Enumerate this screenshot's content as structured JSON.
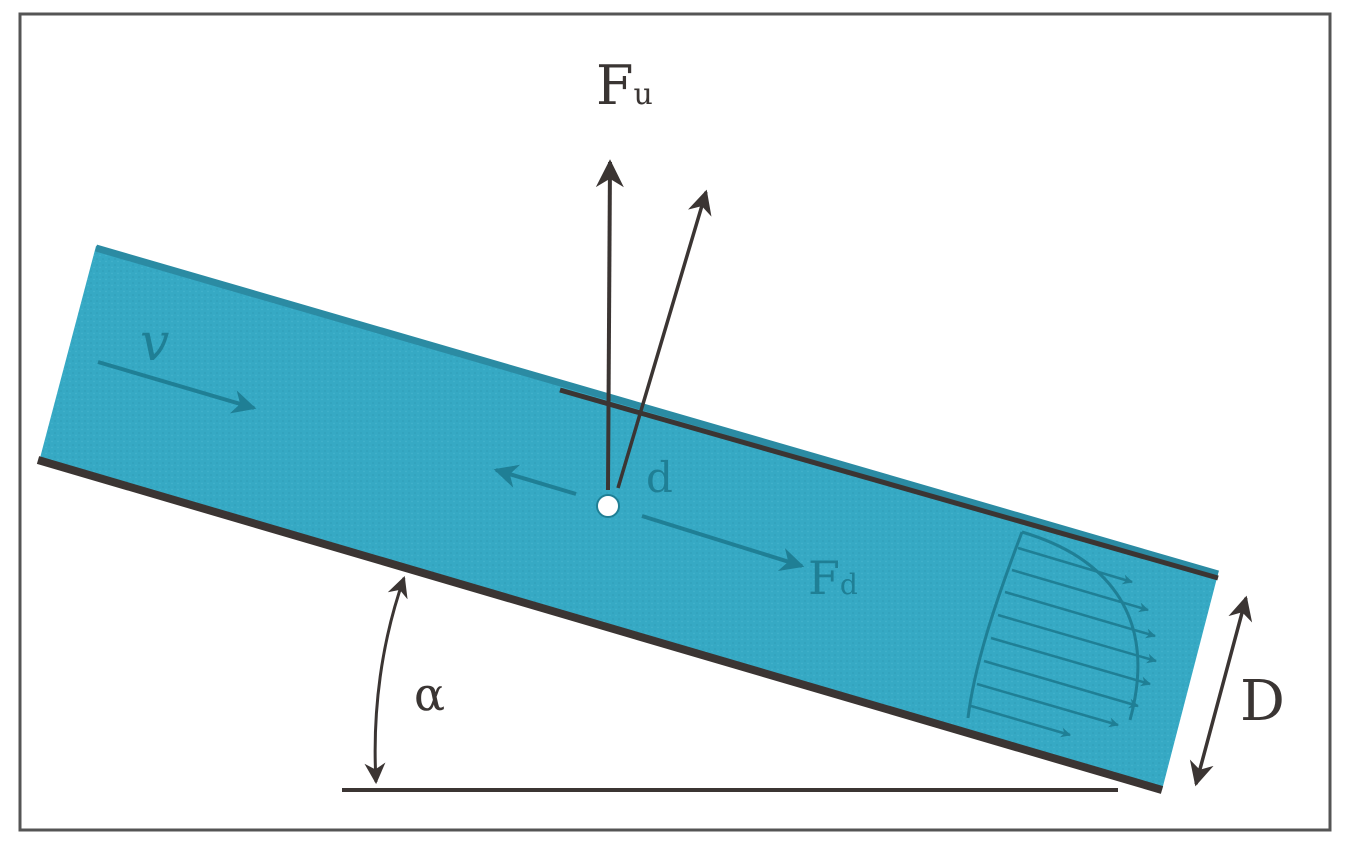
{
  "labels": {
    "lift_force_main": "F",
    "lift_force_sub": "u",
    "velocity": "v",
    "particle_diameter": "d",
    "drag_force_main": "F",
    "drag_force_sub": "d",
    "inclination_angle": "α",
    "pipe_diameter": "D"
  },
  "colors": {
    "water": "#36a9c4",
    "water_arrow": "#1f7f95",
    "wall": "#3b3533",
    "border": "#555555",
    "particle": "#ffffff"
  }
}
